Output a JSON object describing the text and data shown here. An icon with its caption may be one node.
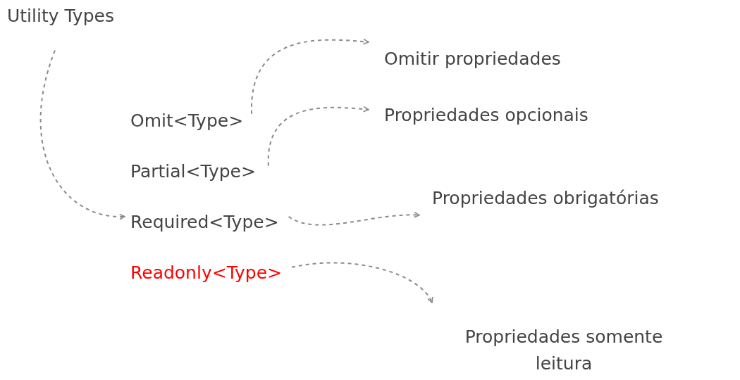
{
  "diagram": {
    "nodes": [
      {
        "text": [
          "Utility Types"
        ]
      },
      {
        "text": [
          "Omit<Type>"
        ]
      },
      {
        "text": [
          "Partial<Type>"
        ]
      },
      {
        "text": [
          "Required<Type>"
        ]
      },
      {
        "text": [
          "Readonly<Type>"
        ]
      },
      {
        "text": [
          "Omitir propriedades"
        ]
      },
      {
        "text": [
          "Propriedades opcionais"
        ]
      },
      {
        "text": [
          "Propriedades obrigatórias"
        ]
      },
      {
        "text": [
          "Propriedades somente leitura"
        ]
      }
    ],
    "edges": [
      {
        "from": 0,
        "to": 3,
        "arrow": "to",
        "style": "dashed"
      },
      {
        "from": 1,
        "to": 5,
        "arrow": "to",
        "style": "dashed"
      },
      {
        "from": 2,
        "to": 6,
        "arrow": "to",
        "style": "dashed"
      },
      {
        "from": 3,
        "to": 7,
        "arrow": "to",
        "style": "dashed"
      },
      {
        "from": 4,
        "to": 8,
        "arrow": "to",
        "style": "dashed"
      }
    ]
  }
}
